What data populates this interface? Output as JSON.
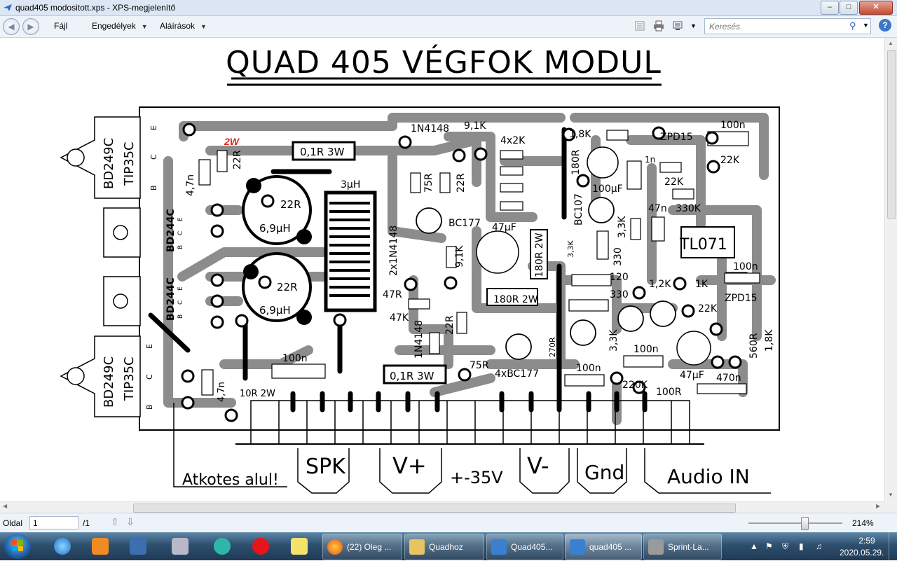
{
  "window": {
    "title": "quad405 modositott.xps - XPS-megjelenítő",
    "buttons": {
      "minimize": "–",
      "maximize": "□",
      "close": "✕"
    }
  },
  "menubar": {
    "items": [
      {
        "label": "Fájl"
      },
      {
        "label": "Engedélyek"
      },
      {
        "label": "Aláírások"
      }
    ],
    "search_placeholder": "Keresés",
    "help": "?"
  },
  "document": {
    "title": "QUAD 405 VÉGFOK MODUL",
    "annotation_red": "2W",
    "transistors": [
      "BD249C",
      "TIP35C",
      "BD244C",
      "BD244C",
      "BD249C",
      "TIP35C"
    ],
    "pin_labels": [
      "E",
      "C",
      "B",
      "B",
      "C",
      "E",
      "B",
      "C",
      "E",
      "E",
      "C",
      "B"
    ],
    "components": {
      "r_22r_a": "22R",
      "c_47n_a": "4,7n",
      "r_01r3w_a": "0,1R 3W",
      "d_1n4148_a": "1N4148",
      "r_91k_a": "9,1K",
      "r_4x2k": "4x2K",
      "r_18k": "1,8K",
      "zpd15_a": "ZPD15",
      "c_100n_a": "100n",
      "r_22k_a": "22K",
      "r_75r_a": "75R",
      "r_22r_b": "22R",
      "l_3uh": "3µH",
      "bc177": "BC177",
      "r_180r_a": "180R",
      "c_100uf": "100µF",
      "c_1n": "1n",
      "r_22k_b": "22K",
      "r_330k": "330K",
      "c_47uf_a": "47µF",
      "bc107": "BC107",
      "c_47n_b": "47n",
      "r_33k_a": "3,3K",
      "tl071": "TL071",
      "l_22r_a": "22R",
      "l_69uh_a": "6,9µH",
      "d_2x1n4148": "2x1N4148",
      "r_180r_2w_a": "180R 2W",
      "r_33k_b": "3,3K",
      "c_330_a": "330",
      "c_100n_b": "100n",
      "r_91k_b": "9,1K",
      "r_47r": "47R",
      "c_120": "120",
      "c_330_b": "330",
      "r_12k": "1,2K",
      "r_1k": "1K",
      "zpd15_b": "ZPD15",
      "r_180r_2w_b": "180R 2W",
      "r_47k": "47K",
      "r_22k_c": "22K",
      "l_22r_b": "22R",
      "l_69uh_b": "6,9µH",
      "r_22r_c": "22R",
      "d_1n4148_b": "1N4148",
      "r_270r": "270R",
      "r_33k_c": "3,3K",
      "c_100n_c": "100n",
      "r_560r": "560R",
      "r_18k_b": "1,8K",
      "c_100n_d": "100n",
      "r_75r_b": "75R",
      "q_4xbc177": "4xBC177",
      "c_100n_e": "100n",
      "c_47uf_b": "47µF",
      "c_470n": "470n",
      "r_10r2w": "10R 2W",
      "c_47n_c": "4,7n",
      "r_01r3w_b": "0,1R 3W",
      "r_220k": "220K",
      "r_100r": "100R"
    },
    "connectors": {
      "spk": "SPK",
      "vplus": "V+",
      "supply": "+-35V",
      "vminus": "V-",
      "gnd": "Gnd",
      "audio_in": "Audio IN",
      "note": "Atkotes alul!"
    }
  },
  "statusbar": {
    "page_label": "Oldal",
    "page_value": "1",
    "page_total": "/1",
    "zoom": "214%",
    "zoom_level_percent": 60
  },
  "taskbar": {
    "tasks": [
      {
        "label": "(22) Oleg ..."
      },
      {
        "label": "Quadhoz"
      },
      {
        "label": "Quad405..."
      },
      {
        "label": "quad405 ..."
      },
      {
        "label": "Sprint-La..."
      }
    ],
    "clock_time": "2:59",
    "clock_date": "2020.05.29."
  }
}
